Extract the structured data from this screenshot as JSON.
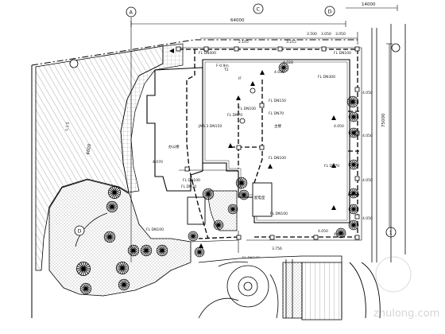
{
  "dimensions": {
    "overall_width": "64000",
    "right_offset": "14000",
    "overall_depth": "75000",
    "left_depth": "4000",
    "segments": [
      "3.500",
      "3.050",
      "3.050",
      "2.105",
      "3.215"
    ]
  },
  "axis_labels": [
    "A",
    "C",
    "D",
    "D",
    "1"
  ],
  "labels": {
    "pipe_top_1": "FL DN400",
    "pipe_top_2": "FL DN100",
    "pipe_top_3": "F-0.9m",
    "pipe_mid_1": "FL DN150",
    "pipe_mid_2": "FL DN70",
    "pipe_mid_3": "FL DN100",
    "pipe_mid_4": "FL DN100",
    "pipe_left_1": "FL DN100",
    "pipe_left_2": "FL DN70",
    "pipe_left_3": "FL DN70",
    "pipe_bottom_1": "FL DN100",
    "pipe_bottom_2": "FL DN100",
    "pipe_right_1": "FL DN70",
    "pipe_right_2": "FL DN100",
    "elev_1": "4.028",
    "elev_2": "4.028",
    "elev_3": "4.050",
    "elev_4": "4.050",
    "elev_5": "4.050",
    "elev_6": "4.050",
    "elev_7": "4.050",
    "elev_8": "4.050",
    "elev_9": "3.756",
    "elev_10": "4.600",
    "elev_11": "4.070",
    "note_dn300": "FL DN300",
    "note_junction": "JMS 3 DN150",
    "building_1": "主楼",
    "building_2": "办公楼",
    "building_3": "配电室",
    "label_T2": "T2",
    "label_IF": "IF"
  },
  "watermark": "zhulong.com"
}
